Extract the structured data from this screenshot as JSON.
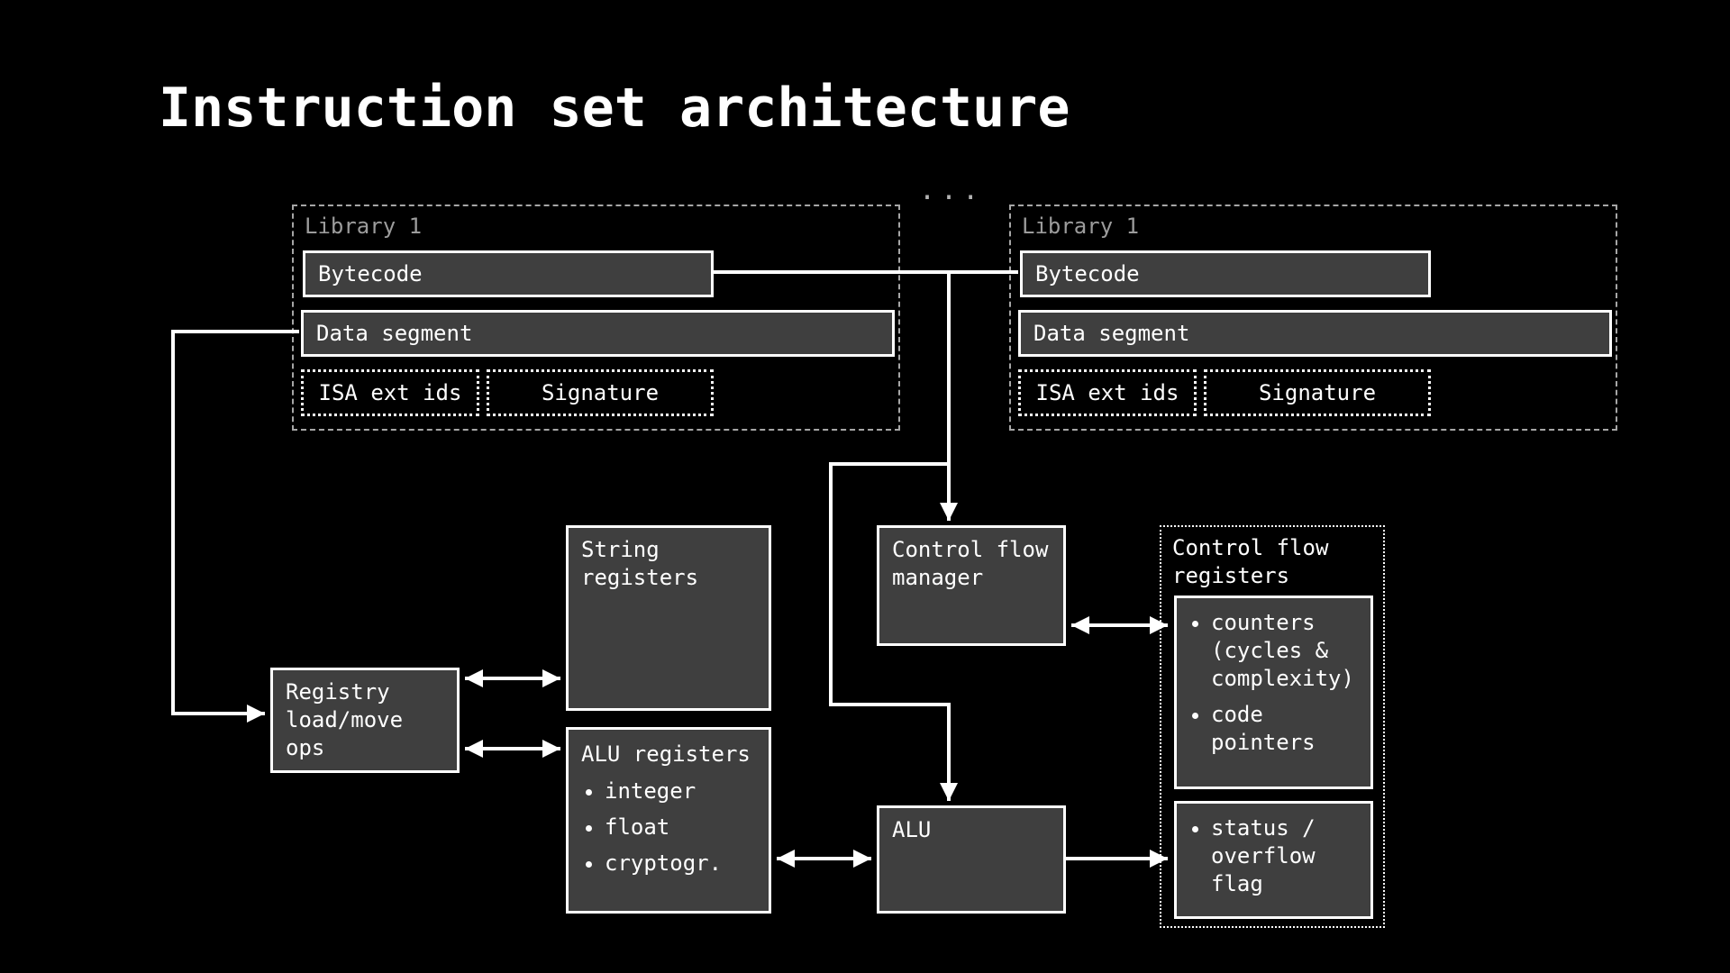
{
  "title": "Instruction set architecture",
  "ellipsis": "...",
  "libraries": [
    {
      "label": "Library 1",
      "bytecode_label": "Bytecode",
      "data_segment_label": "Data segment",
      "isa_ext_label": "ISA ext ids",
      "signature_label": "Signature"
    },
    {
      "label": "Library 1",
      "bytecode_label": "Bytecode",
      "data_segment_label": "Data segment",
      "isa_ext_label": "ISA ext ids",
      "signature_label": "Signature"
    }
  ],
  "registry_ops": {
    "label": "Registry load/move ops"
  },
  "string_registers": {
    "label": "String registers"
  },
  "alu_registers": {
    "title": "ALU registers",
    "items": [
      "integer",
      "float",
      "cryptogr."
    ]
  },
  "control_flow_manager": {
    "label": "Control flow manager"
  },
  "alu": {
    "label": "ALU"
  },
  "control_flow_registers": {
    "label": "Control flow registers",
    "counters": {
      "items": [
        "counters (cycles & complexity)",
        "code pointers"
      ]
    },
    "status": {
      "items": [
        "status / overflow flag"
      ]
    }
  },
  "colors": {
    "background": "#000000",
    "box_fill": "#3f3f3f",
    "box_border": "#ffffff",
    "text": "#ffffff",
    "muted_label": "#9c9c9c",
    "dashed_border": "#a6a6a6",
    "connector": "#ffffff"
  }
}
